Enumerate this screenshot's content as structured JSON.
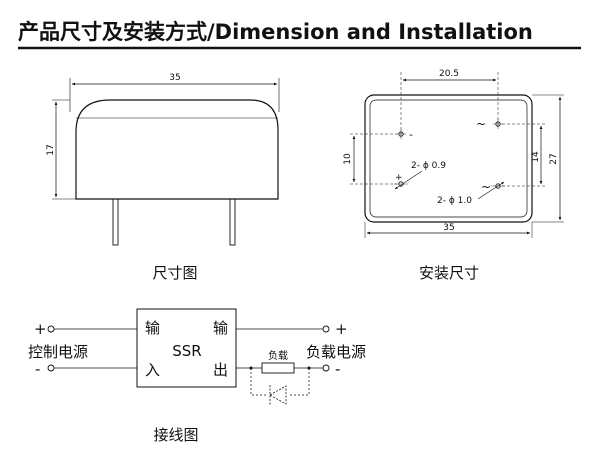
{
  "title": "产品尺寸及安装方式/Dimension and  Installation",
  "dimension_view": {
    "width_label": "35",
    "height_label": "17",
    "caption": "尺寸图"
  },
  "mounting_view": {
    "pin_spacing_label": "20.5",
    "width_label": "35",
    "offset_label": "10",
    "inner_height_label": "14",
    "outer_height_label": "27",
    "minus_mark": "-",
    "tilde_mark_top": "~",
    "tilde_mark_bottom": "~",
    "plus_mark": "+",
    "hole_small_label": "2- ϕ 0.9",
    "hole_large_label": "2- ϕ 1.0",
    "caption": "安装尺寸"
  },
  "wiring": {
    "control_plus": "+",
    "control_minus": "-",
    "control_label": "控制电源",
    "input_char_top": "输",
    "input_char_bottom": "入",
    "output_char_top": "输",
    "output_char_bottom": "出",
    "ssr_label": "SSR",
    "load_small_label": "负载",
    "load_plus": "+",
    "load_minus": "-",
    "load_label": "负载电源",
    "caption": "接线图"
  }
}
